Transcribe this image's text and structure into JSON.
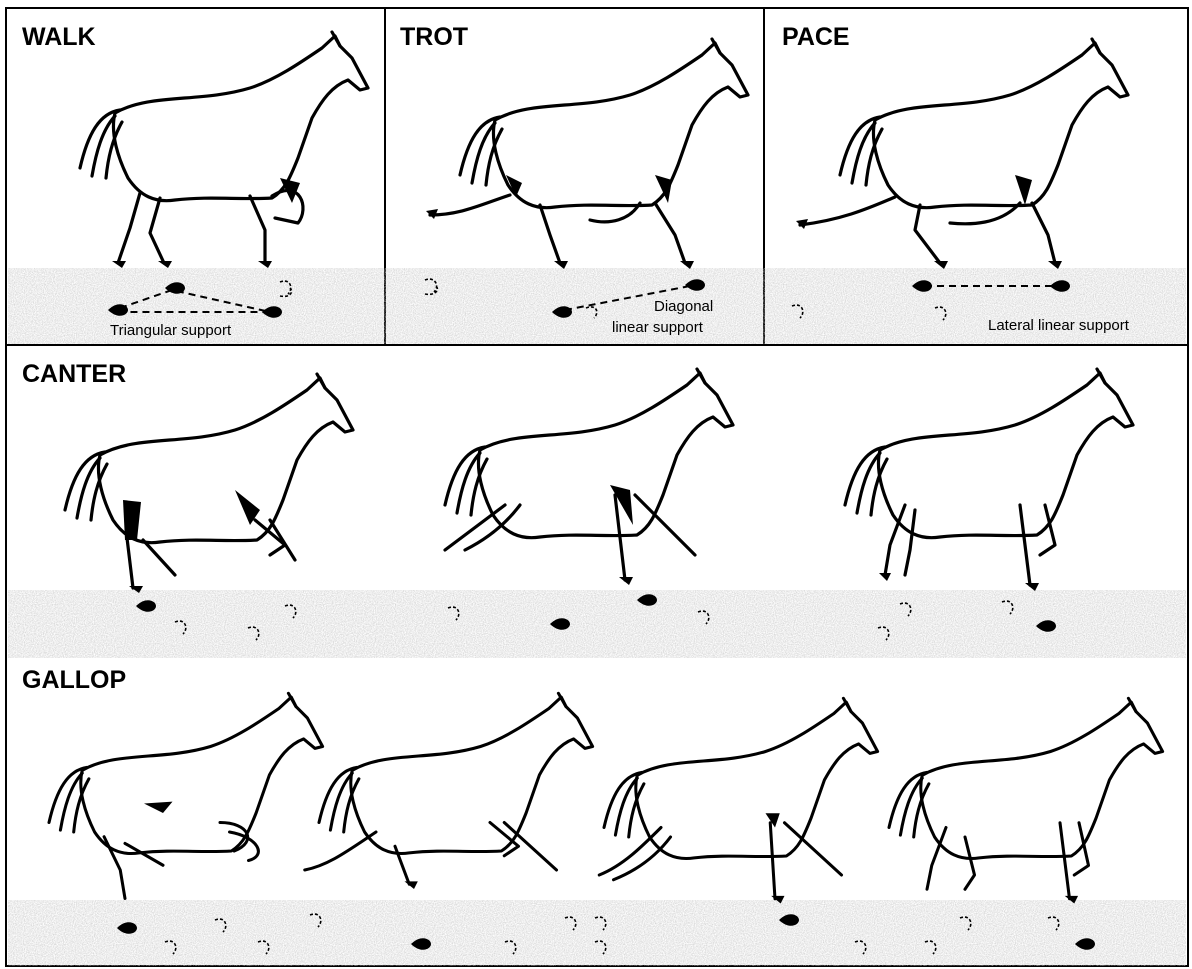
{
  "panels": {
    "walk": {
      "title": "WALK",
      "caption": "Triangular support"
    },
    "trot": {
      "title": "TROT",
      "caption_line1": "Diagonal",
      "caption_line2": "linear support"
    },
    "pace": {
      "title": "PACE",
      "caption": "Lateral linear support"
    },
    "canter": {
      "title": "CANTER"
    },
    "gallop": {
      "title": "GALLOP"
    }
  }
}
